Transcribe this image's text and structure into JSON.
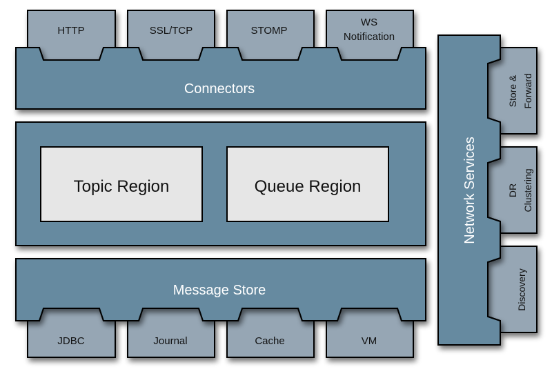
{
  "diagram": {
    "colors": {
      "container": "#668aa0",
      "tab": "#96a6b4",
      "region": "#e6e6e6",
      "outline": "#000000"
    },
    "connectors": {
      "label": "Connectors",
      "tabs": [
        {
          "lines": [
            "HTTP"
          ]
        },
        {
          "lines": [
            "SSL/TCP"
          ]
        },
        {
          "lines": [
            "STOMP"
          ]
        },
        {
          "lines": [
            "WS",
            "Notification"
          ]
        }
      ]
    },
    "broker_core": {
      "regions": [
        {
          "label": "Topic Region"
        },
        {
          "label": "Queue Region"
        }
      ]
    },
    "message_store": {
      "label": "Message Store",
      "tabs": [
        {
          "lines": [
            "JDBC"
          ]
        },
        {
          "lines": [
            "Journal"
          ]
        },
        {
          "lines": [
            "Cache"
          ]
        },
        {
          "lines": [
            "VM"
          ]
        }
      ]
    },
    "network_services": {
      "label": "Network Services",
      "tabs": [
        {
          "lines": [
            "Store &",
            "Forward"
          ]
        },
        {
          "lines": [
            "DR",
            "Clustering"
          ]
        },
        {
          "lines": [
            "Discovery"
          ]
        }
      ]
    }
  }
}
